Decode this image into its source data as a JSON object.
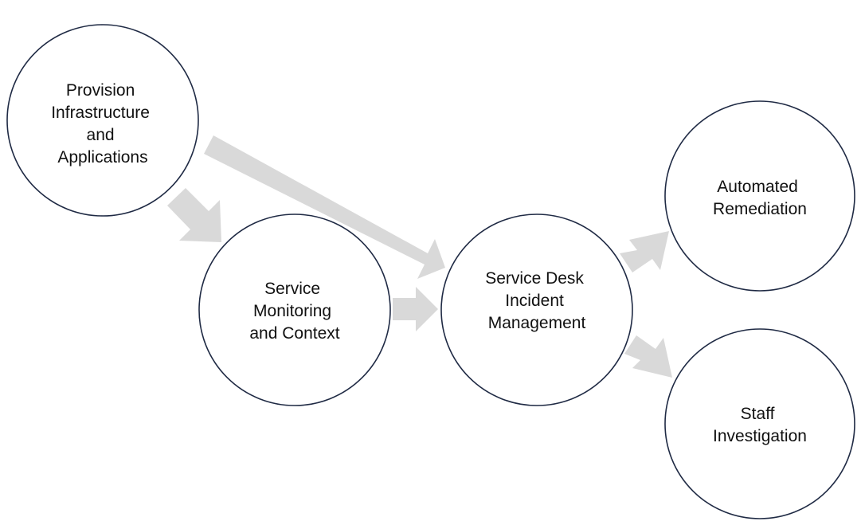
{
  "diagram": {
    "colors": {
      "circle_stroke": "#1f2a44",
      "circle_fill": "#ffffff",
      "arrow_fill": "#d9d9d9",
      "text": "#111111"
    },
    "nodes": {
      "provision": {
        "lines": [
          "Provision",
          "Infrastructure",
          "and",
          "Applications"
        ]
      },
      "monitoring": {
        "lines": [
          "Service",
          "Monitoring",
          "and Context"
        ]
      },
      "service_desk": {
        "lines": [
          "Service Desk",
          "Incident",
          "Management"
        ]
      },
      "remediation": {
        "lines": [
          "Automated",
          "Remediation"
        ]
      },
      "staff": {
        "lines": [
          "Staff",
          "Investigation"
        ]
      }
    },
    "edges": [
      {
        "from": "provision",
        "to": "monitoring"
      },
      {
        "from": "provision",
        "to": "service_desk"
      },
      {
        "from": "monitoring",
        "to": "service_desk"
      },
      {
        "from": "service_desk",
        "to": "remediation"
      },
      {
        "from": "service_desk",
        "to": "staff"
      }
    ]
  }
}
